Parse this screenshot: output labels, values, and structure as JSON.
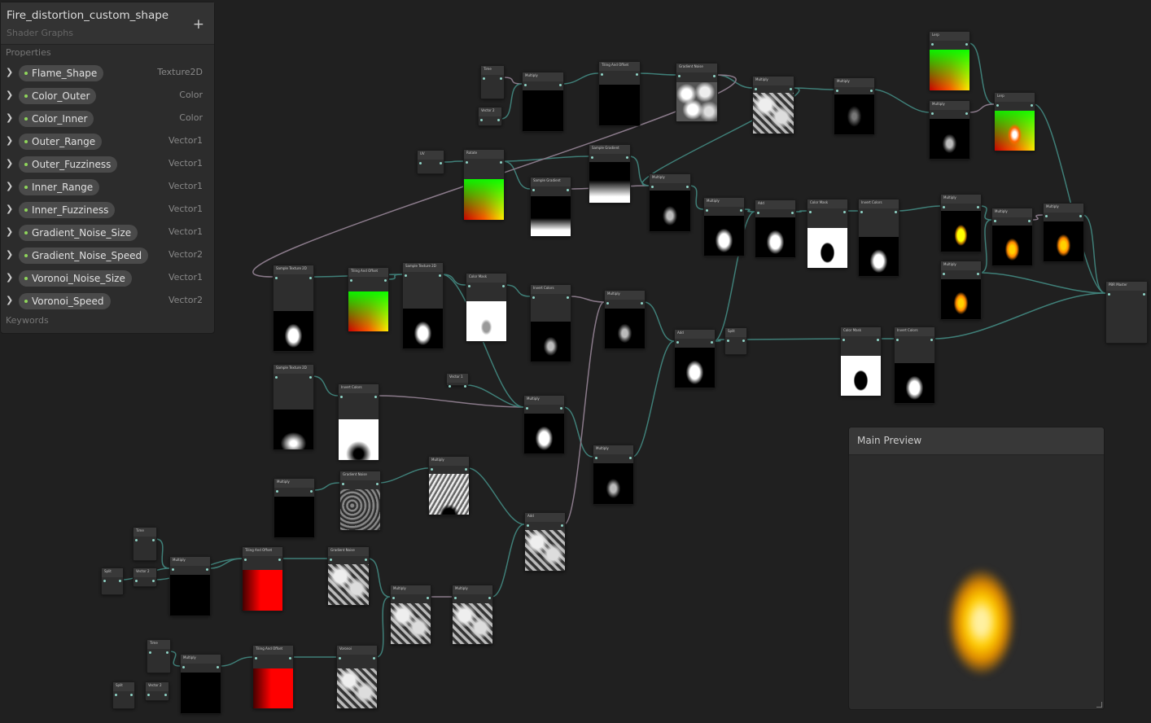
{
  "blackboard": {
    "title": "Fire_distortion_custom_shape",
    "subtitle": "Shader Graphs",
    "add_label": "+",
    "properties_label": "Properties",
    "keywords_label": "Keywords",
    "properties": [
      {
        "name": "Flame_Shape",
        "type": "Texture2D"
      },
      {
        "name": "Color_Outer",
        "type": "Color"
      },
      {
        "name": "Color_Inner",
        "type": "Color"
      },
      {
        "name": "Outer_Range",
        "type": "Vector1"
      },
      {
        "name": "Outer_Fuzziness",
        "type": "Vector1"
      },
      {
        "name": "Inner_Range",
        "type": "Vector1"
      },
      {
        "name": "Inner_Fuzziness",
        "type": "Vector1"
      },
      {
        "name": "Gradient_Noise_Size",
        "type": "Vector1"
      },
      {
        "name": "Gradient_Noise_Speed",
        "type": "Vector2"
      },
      {
        "name": "Voronoi_Noise_Size",
        "type": "Vector1"
      },
      {
        "name": "Voronoi_Speed",
        "type": "Vector2"
      }
    ]
  },
  "main_preview": {
    "title": "Main Preview"
  },
  "nodes": [
    {
      "title": "Time"
    },
    {
      "title": "Multiply"
    },
    {
      "title": "Tiling And Offset"
    },
    {
      "title": "Gradient Noise"
    },
    {
      "title": "Multiply"
    },
    {
      "title": "Multiply"
    },
    {
      "title": "Lerp"
    },
    {
      "title": "Multiply"
    },
    {
      "title": "Lerp"
    },
    {
      "title": "Vector 2"
    },
    {
      "title": "UV"
    },
    {
      "title": "Rotate"
    },
    {
      "title": "Sample Gradient"
    },
    {
      "title": "Sample Gradient"
    },
    {
      "title": "Multiply"
    },
    {
      "title": "Multiply"
    },
    {
      "title": "Add"
    },
    {
      "title": "Color Mask"
    },
    {
      "title": "Invert Colors"
    },
    {
      "title": "Multiply"
    },
    {
      "title": "Multiply"
    },
    {
      "title": "Multiply"
    },
    {
      "title": "Multiply"
    },
    {
      "title": "PBR Master"
    },
    {
      "title": "Sample Texture 2D"
    },
    {
      "title": "Tiling And Offset"
    },
    {
      "title": "Sample Texture 2D"
    },
    {
      "title": "Color Mask"
    },
    {
      "title": "Invert Colors"
    },
    {
      "title": "Multiply"
    },
    {
      "title": "Add"
    },
    {
      "title": "Split"
    },
    {
      "title": "Color Mask"
    },
    {
      "title": "Invert Colors"
    },
    {
      "title": "Sample Texture 2D"
    },
    {
      "title": "Invert Colors"
    },
    {
      "title": "Vector 1"
    },
    {
      "title": "Multiply"
    },
    {
      "title": "Multiply"
    },
    {
      "title": "Multiply"
    },
    {
      "title": "Multiply"
    },
    {
      "title": "Gradient Noise"
    },
    {
      "title": "Add"
    },
    {
      "title": "Time"
    },
    {
      "title": "Split"
    },
    {
      "title": "Vector 2"
    },
    {
      "title": "Multiply"
    },
    {
      "title": "Tiling And Offset"
    },
    {
      "title": "Gradient Noise"
    },
    {
      "title": "Multiply"
    },
    {
      "title": "Multiply"
    },
    {
      "title": "Time"
    },
    {
      "title": "Multiply"
    },
    {
      "title": "Tiling And Offset"
    },
    {
      "title": "Voronoi"
    },
    {
      "title": "Split"
    },
    {
      "title": "Vector 2"
    }
  ],
  "colors": {
    "canvas": "#202020",
    "node": "#393939",
    "wire": "#3f7f78",
    "wire_alt": "#8a7a8a"
  }
}
